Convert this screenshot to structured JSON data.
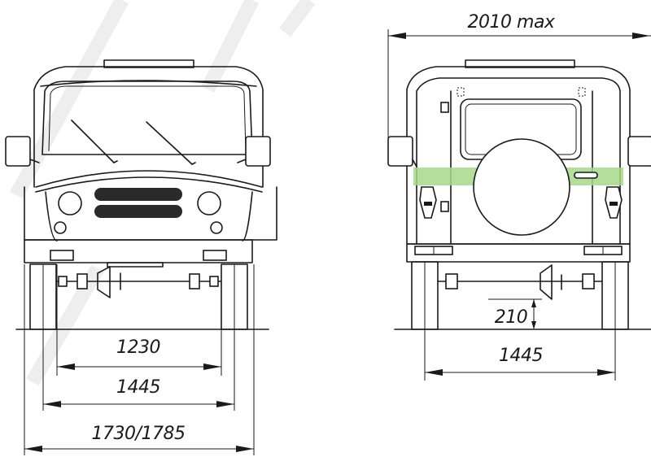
{
  "dimensions": {
    "front_track": "1230",
    "front_wheel_track": "1445",
    "front_overall_width": "1730/1785",
    "rear_max_width": "2010 max",
    "rear_ground_clearance": "210",
    "rear_wheel_track": "1445"
  },
  "colors": {
    "line": "#1a1a1a",
    "highlight_band": "#a7d98a",
    "watermark": "#d9d9d9"
  }
}
